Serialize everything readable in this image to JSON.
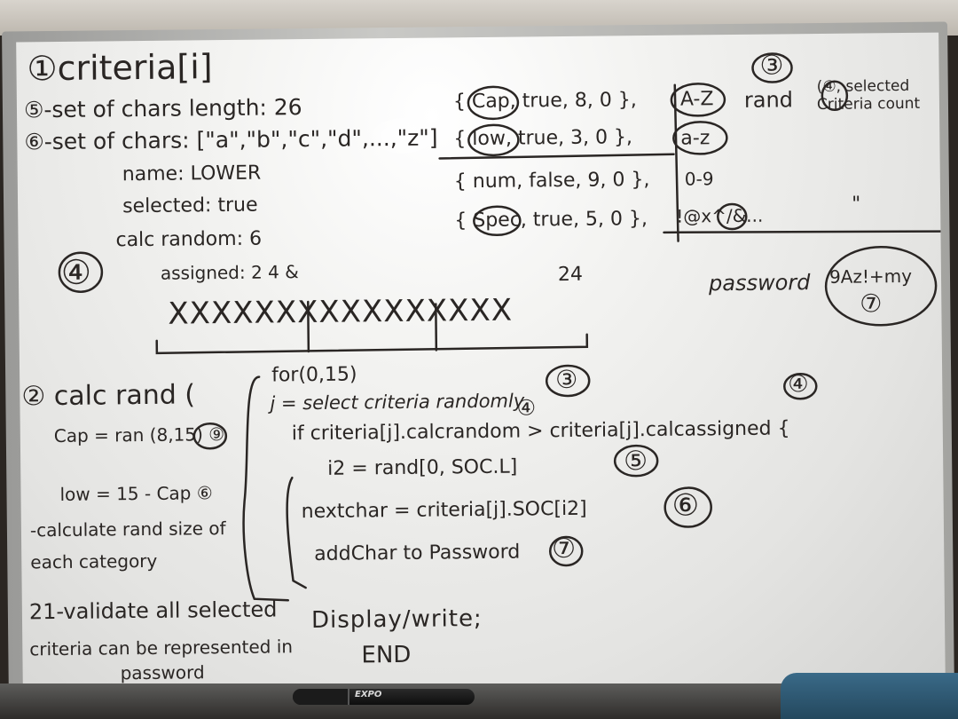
{
  "board": {
    "line1": "①criteria[i]",
    "line2": "⑤-set of chars length: 26",
    "line3": "⑥-set of chars: [\"a\",\"b\",\"c\",\"d\",...,\"z\"]",
    "name_line": "name: LOWER",
    "selected_line": "selected: true",
    "calc_line": "calc random: 6",
    "assigned_line": "assigned: 2 4 &",
    "step4": "④",
    "pos24": "24",
    "xrow": "XXXXXXXXXXXXXXXX",
    "cap_row": "{ Cap, true, 8, 0 },",
    "low_row": "{ low, true, 3, 0 },",
    "num_row": "{ num, false, 9, 0 },",
    "spec_row": "{ Spec, true, 5, 0 },",
    "range_az_upper": "A-Z",
    "range_az_lower": "a-z",
    "range_09": "0-9",
    "range_special": "!@x^/&...",
    "rand_label": "rand",
    "ditto": "\"",
    "step3_top": "③",
    "selected_criteria": "(④, selected Criteria count",
    "password_label": "password",
    "password_example": "9Az!+my",
    "step7_top": "⑦",
    "calc_rand": "② calc rand (",
    "cap_rand": "Cap = ran (8,15) ⑨",
    "low_calc": "low = 15 - Cap ⑥",
    "calc_size": "-calculate rand size of",
    "each_cat": "each category",
    "validate": "21-validate all selected",
    "criteria_rep": "criteria can be represented in",
    "password_word": "password",
    "for_loop": "for(0,15)",
    "select_line": "j = select criteria randomly",
    "step3_circle": "③",
    "step4_circle": "④",
    "step4_right": "④",
    "if_line": "if criteria[j].calcrandom > criteria[j].calcassigned {",
    "i2_line": "i2 = rand[0, SOC.L]",
    "step5": "⑤",
    "nextchar_line": "nextchar = criteria[j].SOC[i2]",
    "step6": "⑥",
    "addchar_line": "addChar to Password",
    "step7": "⑦",
    "display_line": "Display/write;",
    "end_line": "END",
    "marker_brand": "EXPO"
  },
  "colors": {
    "ink": "#2a2624",
    "board": "#f1f1ef",
    "frame": "#b4b4b1"
  }
}
